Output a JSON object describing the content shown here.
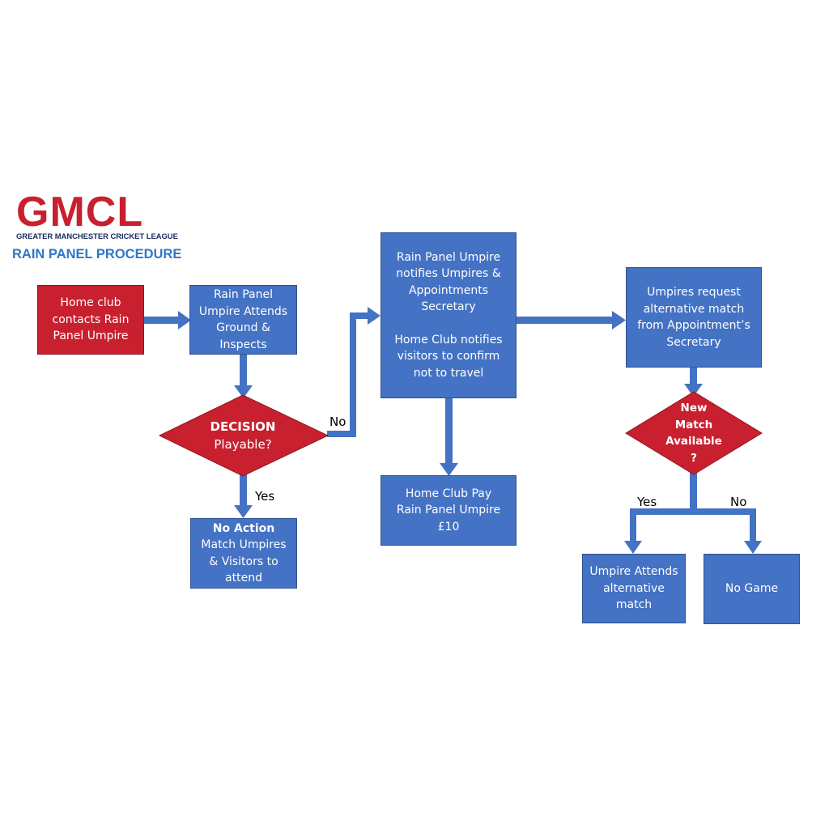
{
  "logo": {
    "wordmark": "GMCL",
    "subtitle": "GREATER MANCHESTER CRICKET LEAGUE"
  },
  "title": "RAIN PANEL PROCEDURE",
  "colors": {
    "box_blue": "#4472c4",
    "box_red": "#c8202f",
    "arrow": "#4472c4",
    "title_blue": "#2f78c4",
    "logo_red": "#c8202f"
  },
  "nodes": {
    "home_club_contacts": [
      "Home club",
      "contacts Rain",
      "Panel Umpire"
    ],
    "umpire_attends": [
      "Rain Panel",
      "Umpire Attends",
      "Ground &",
      "Inspects"
    ],
    "decision": {
      "heading": "DECISION",
      "question": "Playable?"
    },
    "no_action": {
      "heading": "No Action",
      "lines": [
        "Match Umpires",
        "& Visitors to",
        "attend"
      ]
    },
    "notify": {
      "para1": [
        "Rain Panel Umpire",
        "notifies Umpires &",
        "Appointments",
        "Secretary"
      ],
      "para2": [
        "Home Club notifies",
        "visitors to confirm",
        "not to travel"
      ]
    },
    "home_club_pay": [
      "Home Club Pay",
      "Rain Panel Umpire",
      "£10"
    ],
    "umpires_request": [
      "Umpires request",
      "alternative match",
      "from Appointment’s",
      "Secretary"
    ],
    "new_match": [
      "New",
      "Match",
      "Available",
      "?"
    ],
    "umpire_attends_alt": [
      "Umpire Attends",
      "alternative",
      "match"
    ],
    "no_game": [
      "No Game"
    ]
  },
  "labels": {
    "decision_no": "No",
    "decision_yes": "Yes",
    "new_match_yes": "Yes",
    "new_match_no": "No"
  }
}
